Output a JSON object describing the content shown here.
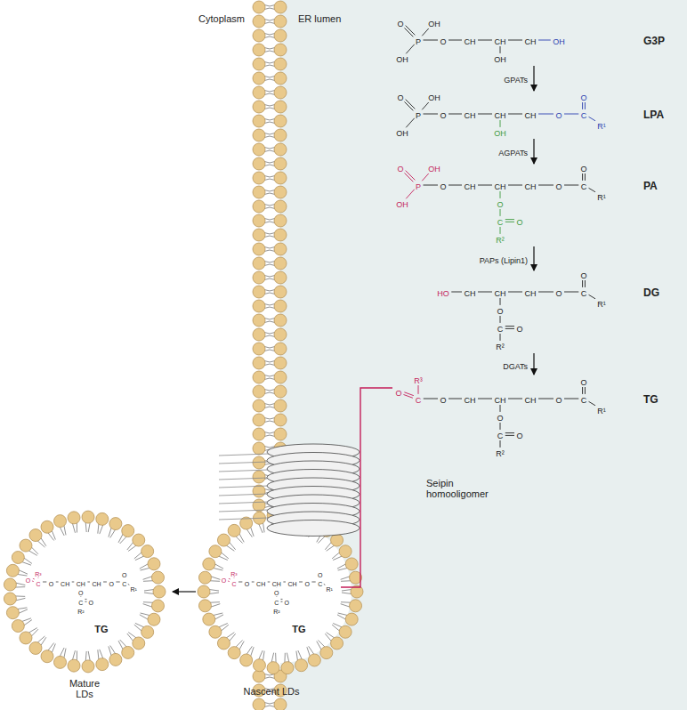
{
  "diagram": {
    "labels": [
      "Cytoplasm",
      "ER lumen",
      "O",
      "OH",
      "P",
      "OH",
      "O",
      "CH",
      "CH",
      "CH",
      "OH",
      "OH",
      "G3P",
      "GPATs",
      "O",
      "OH",
      "P",
      "OH",
      "O",
      "CH",
      "CH",
      "CH",
      "OH",
      "O",
      "C",
      "O",
      "R¹",
      "LPA",
      "AGPATs",
      "O",
      "OH",
      "P",
      "OH",
      "O",
      "CH",
      "CH",
      "CH",
      "O",
      "C",
      "O",
      "R²",
      "O",
      "C",
      "O",
      "R¹",
      "PA",
      "PAPs (Lipin1)",
      "HO",
      "CH",
      "CH",
      "CH",
      "O",
      "C",
      "O",
      "R²",
      "O",
      "C",
      "O",
      "R¹",
      "DG",
      "DGATs",
      "R³",
      "O",
      "C",
      "O",
      "CH",
      "CH",
      "CH",
      "O",
      "C",
      "O",
      "R²",
      "O",
      "C",
      "O",
      "R¹",
      "TG",
      "Seipin homooligomer",
      "R³",
      "O",
      "C",
      "O",
      "CH",
      "CH",
      "CH",
      "O",
      "C",
      "O",
      "R²",
      "O",
      "C",
      "O",
      "R¹",
      "TG",
      "Nascent LDs",
      "R³",
      "O",
      "C",
      "O",
      "CH",
      "CH",
      "CH",
      "O",
      "C",
      "O",
      "R²",
      "O",
      "C",
      "O",
      "R¹",
      "TG",
      "Mature LDs"
    ]
  }
}
